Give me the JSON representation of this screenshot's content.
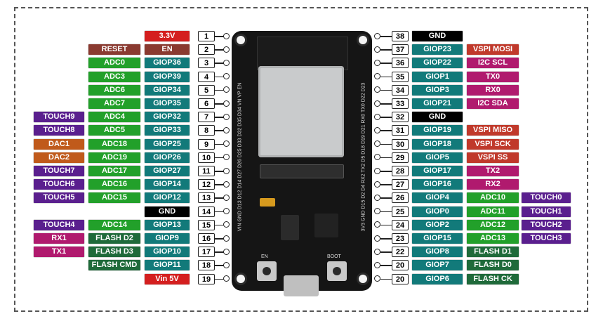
{
  "colors": {
    "power": "#d41f1f",
    "gpio": "#127a7a",
    "adc": "#22a02a",
    "touch": "#5a1f8e",
    "dac": "#c05a1b",
    "uart": "#b01a6e",
    "spi": "#c0392b",
    "i2c": "#b01a6e",
    "flash": "#1f6a3a",
    "reset": "#8a3a30",
    "ground": "#000000",
    "board": "#151515"
  },
  "left_pins": [
    {
      "num": "1",
      "labels": [
        {
          "text": "3.3V",
          "kind": "power"
        }
      ]
    },
    {
      "num": "2",
      "labels": [
        {
          "text": "RESET",
          "kind": "reset"
        },
        {
          "text": "EN",
          "kind": "reset"
        }
      ]
    },
    {
      "num": "3",
      "labels": [
        {
          "text": "ADC0",
          "kind": "adc"
        },
        {
          "text": "GIOP36",
          "kind": "gpio"
        }
      ]
    },
    {
      "num": "4",
      "labels": [
        {
          "text": "ADC3",
          "kind": "adc"
        },
        {
          "text": "GIOP39",
          "kind": "gpio"
        }
      ]
    },
    {
      "num": "5",
      "labels": [
        {
          "text": "ADC6",
          "kind": "adc"
        },
        {
          "text": "GIOP34",
          "kind": "gpio"
        }
      ]
    },
    {
      "num": "6",
      "labels": [
        {
          "text": "ADC7",
          "kind": "adc"
        },
        {
          "text": "GIOP35",
          "kind": "gpio"
        }
      ]
    },
    {
      "num": "7",
      "labels": [
        {
          "text": "TOUCH9",
          "kind": "touch"
        },
        {
          "text": "ADC4",
          "kind": "adc"
        },
        {
          "text": "GIOP32",
          "kind": "gpio"
        }
      ]
    },
    {
      "num": "8",
      "labels": [
        {
          "text": "TOUCH8",
          "kind": "touch"
        },
        {
          "text": "ADC5",
          "kind": "adc"
        },
        {
          "text": "GIOP33",
          "kind": "gpio"
        }
      ]
    },
    {
      "num": "9",
      "labels": [
        {
          "text": "DAC1",
          "kind": "dac"
        },
        {
          "text": "ADC18",
          "kind": "adc"
        },
        {
          "text": "GIOP25",
          "kind": "gpio"
        }
      ]
    },
    {
      "num": "10",
      "labels": [
        {
          "text": "DAC2",
          "kind": "dac"
        },
        {
          "text": "ADC19",
          "kind": "adc"
        },
        {
          "text": "GIOP26",
          "kind": "gpio"
        }
      ]
    },
    {
      "num": "11",
      "labels": [
        {
          "text": "TOUCH7",
          "kind": "touch"
        },
        {
          "text": "ADC17",
          "kind": "adc"
        },
        {
          "text": "GIOP27",
          "kind": "gpio"
        }
      ]
    },
    {
      "num": "12",
      "labels": [
        {
          "text": "TOUCH6",
          "kind": "touch"
        },
        {
          "text": "ADC16",
          "kind": "adc"
        },
        {
          "text": "GIOP14",
          "kind": "gpio"
        }
      ]
    },
    {
      "num": "13",
      "labels": [
        {
          "text": "TOUCH5",
          "kind": "touch"
        },
        {
          "text": "ADC15",
          "kind": "adc"
        },
        {
          "text": "GIOP12",
          "kind": "gpio"
        }
      ]
    },
    {
      "num": "14",
      "labels": [
        {
          "text": "GND",
          "kind": "ground"
        }
      ]
    },
    {
      "num": "15",
      "labels": [
        {
          "text": "TOUCH4",
          "kind": "touch"
        },
        {
          "text": "ADC14",
          "kind": "adc"
        },
        {
          "text": "GIOP13",
          "kind": "gpio"
        }
      ]
    },
    {
      "num": "16",
      "labels": [
        {
          "text": "RX1",
          "kind": "uart"
        },
        {
          "text": "FLASH D2",
          "kind": "flash"
        },
        {
          "text": "GIOP9",
          "kind": "gpio"
        }
      ]
    },
    {
      "num": "17",
      "labels": [
        {
          "text": "TX1",
          "kind": "uart"
        },
        {
          "text": "FLASH D3",
          "kind": "flash"
        },
        {
          "text": "GIOP10",
          "kind": "gpio"
        }
      ]
    },
    {
      "num": "18",
      "labels": [
        {
          "text": "FLASH CMD",
          "kind": "flash"
        },
        {
          "text": "GIOP11",
          "kind": "gpio"
        }
      ]
    },
    {
      "num": "19",
      "labels": [
        {
          "text": "Vin 5V",
          "kind": "power"
        }
      ]
    }
  ],
  "right_pins": [
    {
      "num": "38",
      "labels": [
        {
          "text": "GND",
          "kind": "ground"
        }
      ]
    },
    {
      "num": "37",
      "labels": [
        {
          "text": "GIOP23",
          "kind": "gpio"
        },
        {
          "text": "VSPI MOSI",
          "kind": "spi"
        }
      ]
    },
    {
      "num": "36",
      "labels": [
        {
          "text": "GIOP22",
          "kind": "gpio"
        },
        {
          "text": "I2C SCL",
          "kind": "i2c"
        }
      ]
    },
    {
      "num": "35",
      "labels": [
        {
          "text": "GIOP1",
          "kind": "gpio"
        },
        {
          "text": "TX0",
          "kind": "uart"
        }
      ]
    },
    {
      "num": "34",
      "labels": [
        {
          "text": "GIOP3",
          "kind": "gpio"
        },
        {
          "text": "RX0",
          "kind": "uart"
        }
      ]
    },
    {
      "num": "33",
      "labels": [
        {
          "text": "GIOP21",
          "kind": "gpio"
        },
        {
          "text": "I2C SDA",
          "kind": "i2c"
        }
      ]
    },
    {
      "num": "32",
      "labels": [
        {
          "text": "GND",
          "kind": "ground"
        }
      ]
    },
    {
      "num": "31",
      "labels": [
        {
          "text": "GIOP19",
          "kind": "gpio"
        },
        {
          "text": "VSPI MISO",
          "kind": "spi"
        }
      ]
    },
    {
      "num": "30",
      "labels": [
        {
          "text": "GIOP18",
          "kind": "gpio"
        },
        {
          "text": "VSPI SCK",
          "kind": "spi"
        }
      ]
    },
    {
      "num": "29",
      "labels": [
        {
          "text": "GIOP5",
          "kind": "gpio"
        },
        {
          "text": "VSPI SS",
          "kind": "spi"
        }
      ]
    },
    {
      "num": "28",
      "labels": [
        {
          "text": "GIOP17",
          "kind": "gpio"
        },
        {
          "text": "TX2",
          "kind": "uart"
        }
      ]
    },
    {
      "num": "27",
      "labels": [
        {
          "text": "GIOP16",
          "kind": "gpio"
        },
        {
          "text": "RX2",
          "kind": "uart"
        }
      ]
    },
    {
      "num": "26",
      "labels": [
        {
          "text": "GIOP4",
          "kind": "gpio"
        },
        {
          "text": "ADC10",
          "kind": "adc"
        },
        {
          "text": "TOUCH0",
          "kind": "touch"
        }
      ]
    },
    {
      "num": "25",
      "labels": [
        {
          "text": "GIOP0",
          "kind": "gpio"
        },
        {
          "text": "ADC11",
          "kind": "adc"
        },
        {
          "text": "TOUCH1",
          "kind": "touch"
        }
      ]
    },
    {
      "num": "24",
      "labels": [
        {
          "text": "GIOP2",
          "kind": "gpio"
        },
        {
          "text": "ADC12",
          "kind": "adc"
        },
        {
          "text": "TOUCH2",
          "kind": "touch"
        }
      ]
    },
    {
      "num": "23",
      "labels": [
        {
          "text": "GIOP15",
          "kind": "gpio"
        },
        {
          "text": "ADC13",
          "kind": "adc"
        },
        {
          "text": "TOUCH3",
          "kind": "touch"
        }
      ]
    },
    {
      "num": "22",
      "labels": [
        {
          "text": "GIOP8",
          "kind": "gpio"
        },
        {
          "text": "FLASH D1",
          "kind": "flash"
        }
      ]
    },
    {
      "num": "20",
      "labels": [
        {
          "text": "GIOP7",
          "kind": "gpio"
        },
        {
          "text": "FLASH D0",
          "kind": "flash"
        }
      ]
    },
    {
      "num": "20",
      "labels": [
        {
          "text": "GIOP6",
          "kind": "gpio"
        },
        {
          "text": "FLASH CK",
          "kind": "flash"
        }
      ]
    }
  ],
  "board": {
    "left_edge_text": "VIN GND D13 D12 D14 D27 D26 D25 D33 D32 D35 D34 VN VP EN",
    "right_edge_text": "3V3 GND D15 D2 D4 RX2 TX2 D5 D18 D19 D21 RX0 TX0 D22 D23",
    "button_left": "EN",
    "button_right": "BOOT"
  }
}
